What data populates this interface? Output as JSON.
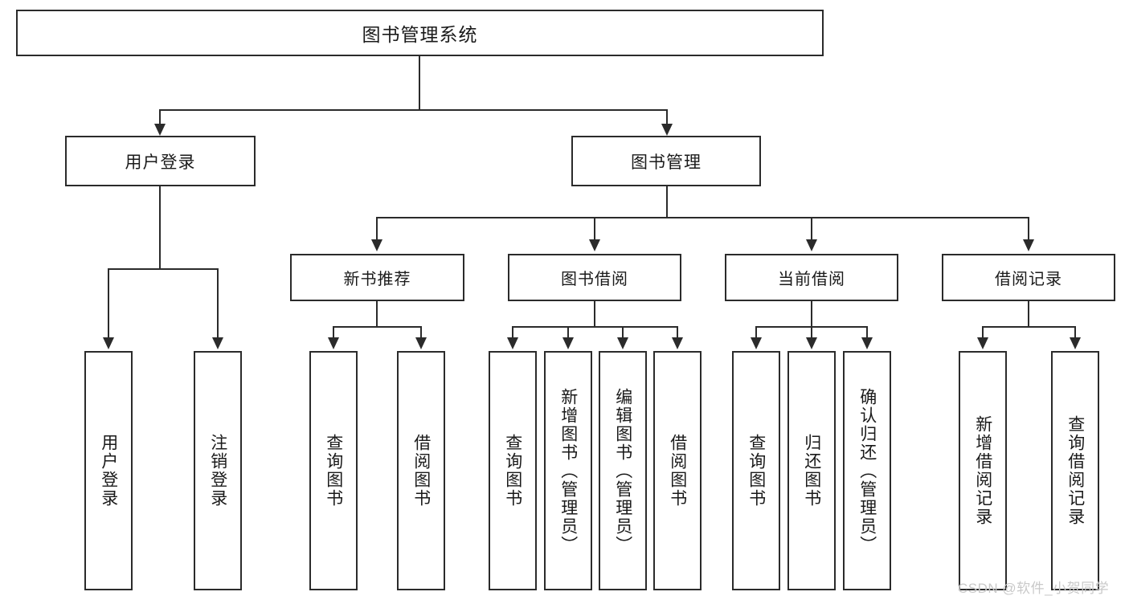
{
  "diagram": {
    "type": "hierarchy-tree",
    "title": "图书管理系统",
    "root": {
      "label": "图书管理系统"
    },
    "level2": [
      {
        "label": "用户登录"
      },
      {
        "label": "图书管理"
      }
    ],
    "level3": [
      {
        "label": "新书推荐"
      },
      {
        "label": "图书借阅"
      },
      {
        "label": "当前借阅"
      },
      {
        "label": "借阅记录"
      }
    ],
    "leaves": {
      "user_login": [
        {
          "label": "用户登录"
        },
        {
          "label": "注销登录"
        }
      ],
      "new_book_recommend": [
        {
          "label": "查询图书"
        },
        {
          "label": "借阅图书"
        }
      ],
      "book_borrow": [
        {
          "label": "查询图书"
        },
        {
          "label": "新增图书（管理员）"
        },
        {
          "label": "编辑图书（管理员）"
        },
        {
          "label": "借阅图书"
        }
      ],
      "current_borrow": [
        {
          "label": "查询图书"
        },
        {
          "label": "归还图书"
        },
        {
          "label": "确认归还（管理员）"
        }
      ],
      "borrow_record": [
        {
          "label": "新增借阅记录"
        },
        {
          "label": "查询借阅记录"
        }
      ]
    },
    "colors": {
      "stroke": "#2b2b2b",
      "fill": "#ffffff",
      "text": "#1a1a1a",
      "watermark": "#c9c9c9"
    }
  },
  "watermark": {
    "text": "CSDN @软件_小贺同学"
  }
}
